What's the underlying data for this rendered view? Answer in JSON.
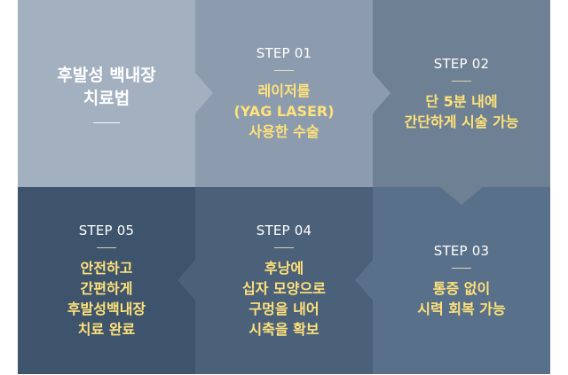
{
  "intro": {
    "lines": [
      "후발성 백내장",
      "치료법"
    ]
  },
  "steps": [
    {
      "label": "STEP 01",
      "lines": [
        "레이저를",
        "(YAG LASER)",
        "사용한 수술"
      ]
    },
    {
      "label": "STEP 02",
      "lines": [
        "단 5분 내에",
        "간단하게 시술 가능"
      ]
    },
    {
      "label": "STEP 03",
      "lines": [
        "통증 없이",
        "시력 회복 가능"
      ]
    },
    {
      "label": "STEP 04",
      "lines": [
        "후낭에",
        "십자 모양으로",
        "구멍을 내어",
        "시축을 확보"
      ]
    },
    {
      "label": "STEP 05",
      "lines": [
        "안전하고",
        "간편하게",
        "후발성백내장",
        "치료 완료"
      ]
    }
  ],
  "colors": {
    "intro_bg": "#a2b0bf",
    "step01_bg": "#8c9cae",
    "step02_bg": "#6e8093",
    "step03_bg": "#59708a",
    "step04_bg": "#4b6079",
    "step05_bg": "#3e536c",
    "step_text": "#ffffff",
    "desc_text": "#ffe27a"
  }
}
